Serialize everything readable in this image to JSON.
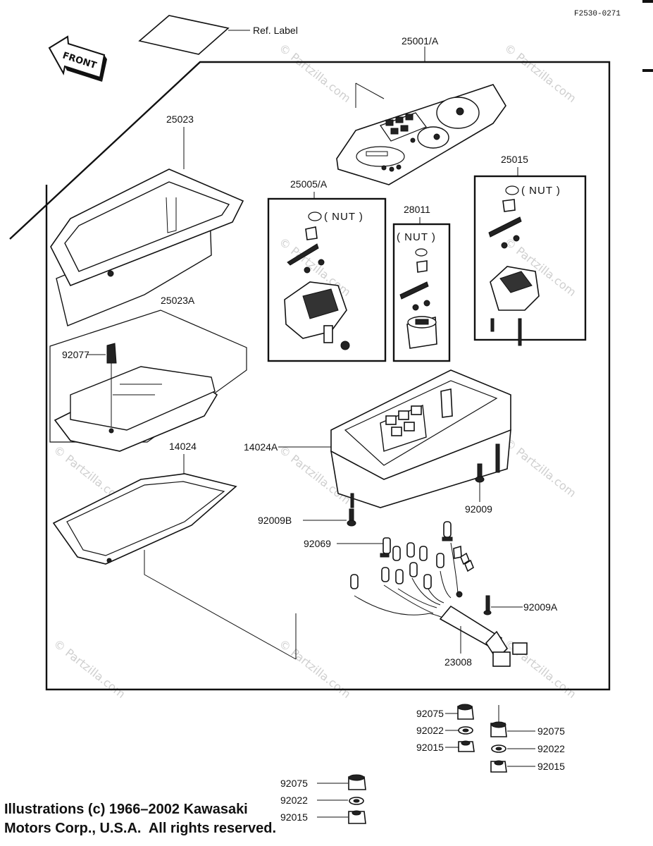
{
  "diagram": {
    "code": "F2530-0271",
    "front_label": "FRONT",
    "ref_label": "Ref. Label",
    "watermark": "© Partzilla.com",
    "nut": "NUT",
    "parts": {
      "p25001A": "25001/A",
      "p25023": "25023",
      "p25023A": "25023A",
      "p92077": "92077",
      "p14024": "14024",
      "p25005A": "25005/A",
      "p28011": "28011",
      "p25015": "25015",
      "p14024A": "14024A",
      "p92009": "92009",
      "p92009B": "92009B",
      "p92069": "92069",
      "p92009A": "92009A",
      "p23008": "23008",
      "p92075": "92075",
      "p92022": "92022",
      "p92015": "92015"
    },
    "copyright_line1": "Illustrations (c) 1966–2002 Kawasaki",
    "copyright_line2": "Motors Corp., U.S.A.  All rights reserved."
  }
}
